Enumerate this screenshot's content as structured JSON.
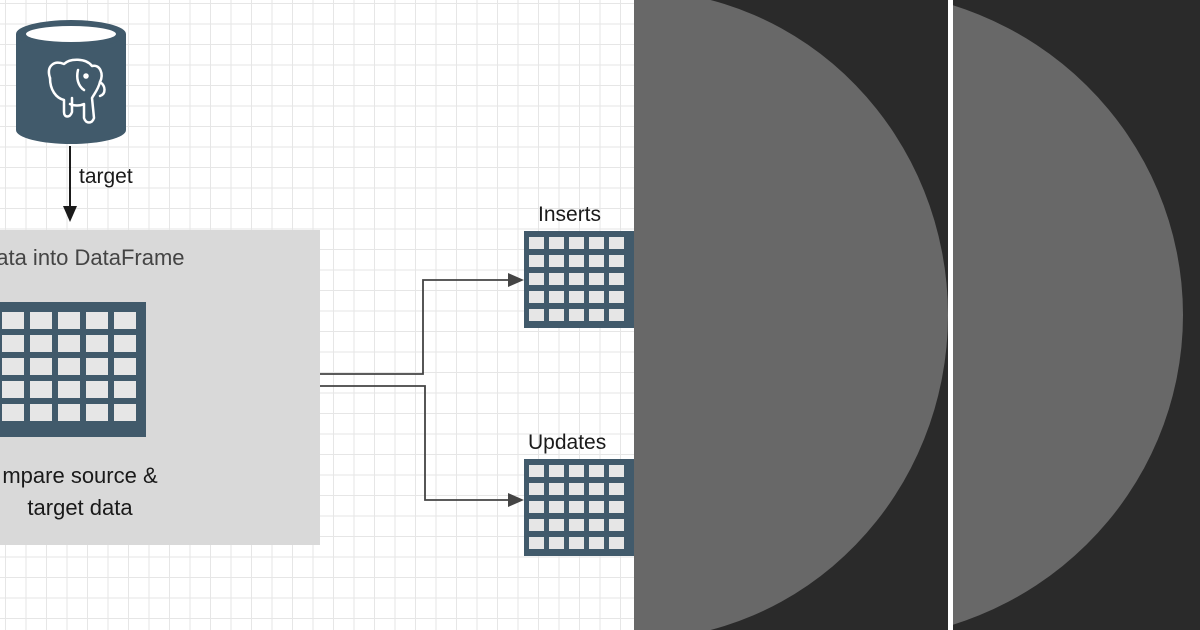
{
  "diagram": {
    "database": {
      "icon": "postgresql-elephant-icon",
      "edge_label": "target"
    },
    "process": {
      "title": "data into DataFrame",
      "dataframe_icon": "table-grid-icon",
      "compare_line1": "mpare source &",
      "compare_line2": "target data"
    },
    "outputs": {
      "inserts_label": "Inserts",
      "updates_label": "Updates"
    }
  },
  "colors": {
    "icon_fill": "#415a6b",
    "box_fill": "#d9d9d9",
    "cell_fill": "#e6e6e6",
    "arrow": "#444444",
    "dark_panel": "#2a2a2a",
    "disc": "#686868"
  }
}
